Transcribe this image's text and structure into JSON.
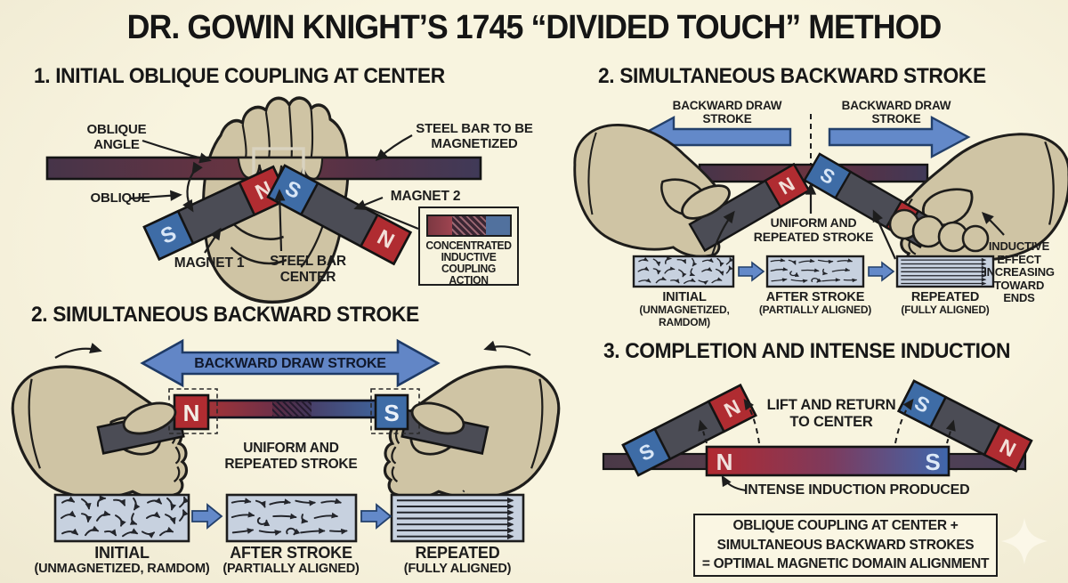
{
  "title": "DR. GOWIN KNIGHT’S 1745 “DIVIDED TOUCH” METHOD",
  "poles": {
    "n": "N",
    "s": "S"
  },
  "domains": [
    {
      "name": "INITIAL",
      "sub": "(UNMAGNETIZED, RAMDOM)"
    },
    {
      "name": "AFTER STROKE",
      "sub": "(PARTIALLY ALIGNED)"
    },
    {
      "name": "REPEATED",
      "sub": "(FULLY ALIGNED)"
    }
  ],
  "section1": {
    "heading": "1. INITIAL OBLIQUE COUPLING AT CENTER",
    "labels": {
      "oblique_angle": "OBLIQUE\nANGLE",
      "steel_bar": "STEEL BAR TO BE\nMAGNETIZED",
      "oblique": "OBLIQUE",
      "magnet1": "MAGNET 1",
      "magnet2": "MAGNET 2",
      "steel_bar_center": "STEEL BAR\nCENTER",
      "legend": "CONCENTRATED\nINDUCTIVE\nCOUPLING\nACTION"
    }
  },
  "section2_top": {
    "heading": "2. SIMULTANEOUS BACKWARD STROKE",
    "labels": {
      "backward_left": "BACKWARD DRAW\nSTROKE",
      "backward_right": "BACKWARD DRAW\nSTROKE",
      "uniform": "UNIFORM AND\nREPEATED STROKE",
      "inductive": "INDUCTIVE\nEFFECT\nINCREASING\nTOWARD\nENDS"
    }
  },
  "section2_bottom": {
    "heading": "2. SIMULTANEOUS BACKWARD STROKE",
    "labels": {
      "draw_stroke": "BACKWARD DRAW STROKE",
      "uniform": "UNIFORM AND\nREPEATED STROKE"
    }
  },
  "section3": {
    "heading": "3. COMPLETION AND INTENSE INDUCTION",
    "labels": {
      "lift": "LIFT AND RETURN\nTO CENTER",
      "intense": "INTENSE INDUCTION PRODUCED",
      "summary": "OBLIQUE COUPLING AT CENTER +\nSIMULTANEOUS BACKWARD STROKES\n= OPTIMAL MAGNETIC DOMAIN ALIGNMENT"
    }
  },
  "colors": {
    "background": "#f6f2dd",
    "ink": "#1d1d1d",
    "magnet_body": "#4b4c55",
    "pole_red": "#b02c31",
    "pole_blue": "#3e6ca6",
    "arrow_blue": "#6389c9",
    "domain_box": "#c7d1df",
    "glove": "#cfc4a4"
  }
}
